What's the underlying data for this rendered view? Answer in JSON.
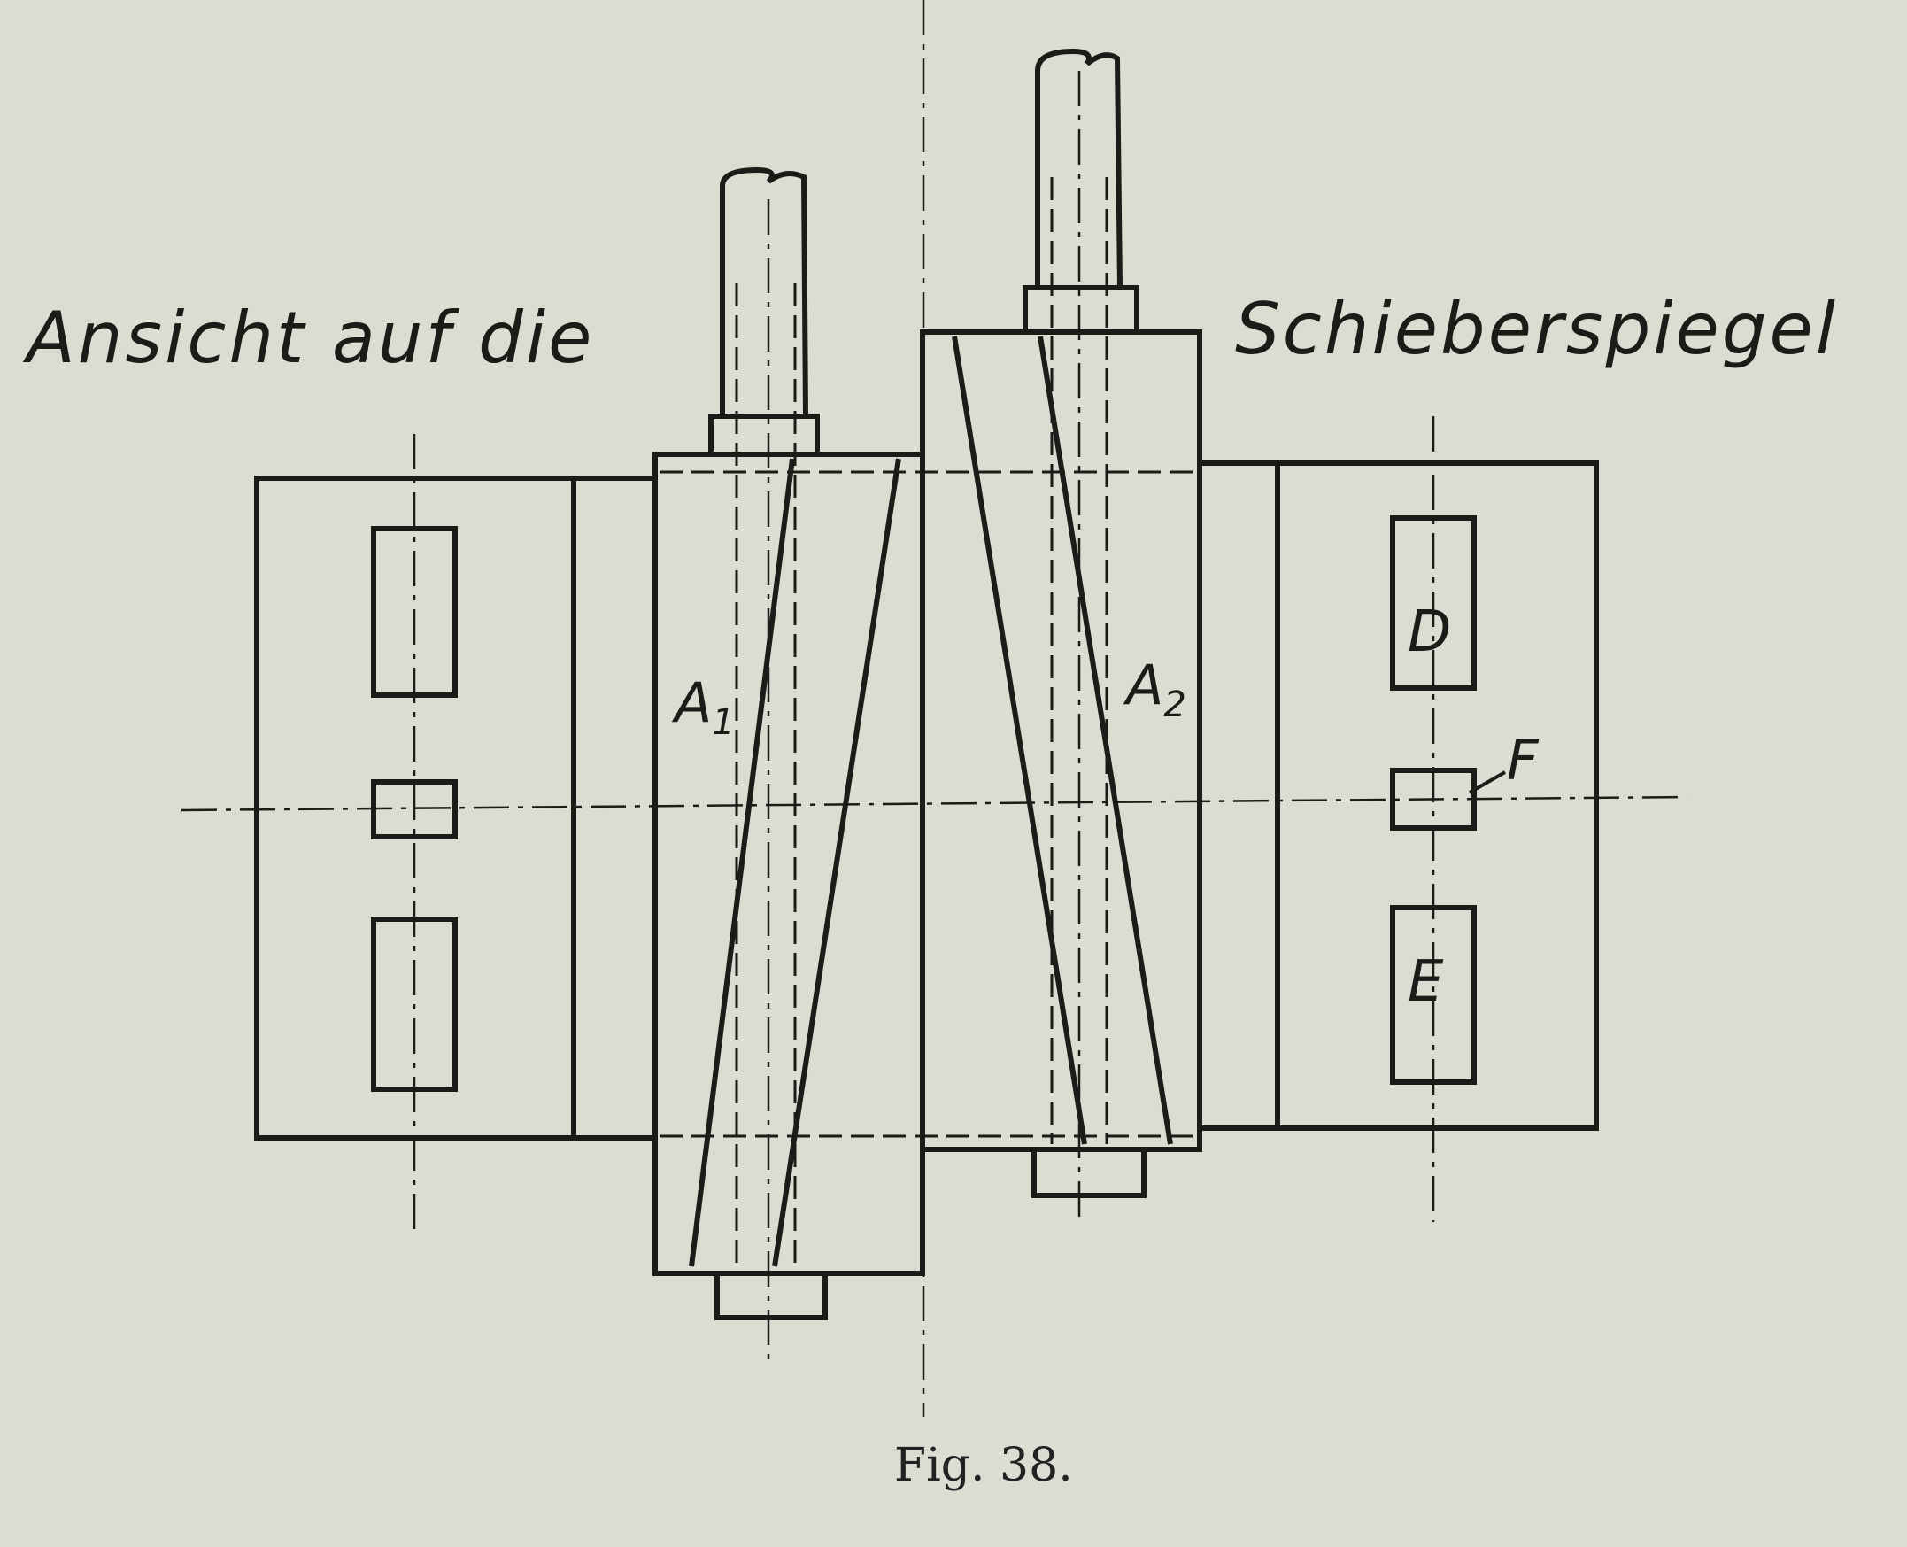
{
  "heading": {
    "left": "Ansicht auf die",
    "right": "Schieberspiegel"
  },
  "labels": {
    "a1": "A",
    "a1_sub": "1",
    "a2": "A",
    "a2_sub": "2",
    "d": "D",
    "e": "E",
    "f": "F"
  },
  "caption": "Fig. 38.",
  "colors": {
    "paper": "#dcdcd3",
    "ink": "#1b1b18"
  }
}
